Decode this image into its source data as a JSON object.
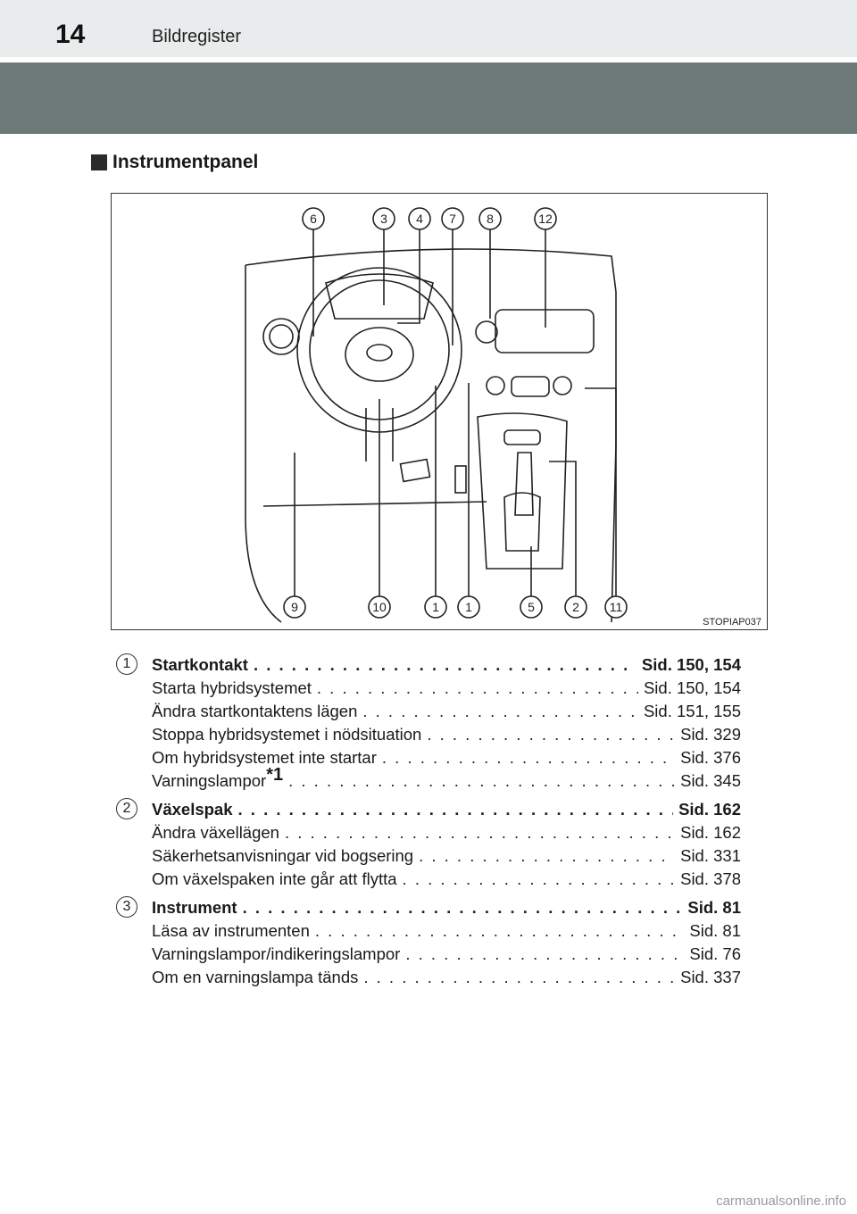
{
  "header": {
    "page_number": "14",
    "section_name": "Bildregister"
  },
  "section": {
    "title": "Instrumentpanel"
  },
  "figure": {
    "code": "STOPIAP037",
    "top_callouts": [
      "6",
      "3",
      "4",
      "7",
      "8",
      "12"
    ],
    "bottom_callouts": [
      "9",
      "10",
      "1",
      "1",
      "5",
      "2",
      "11"
    ]
  },
  "entries": [
    {
      "num": "1",
      "head": {
        "label": "Startkontakt",
        "ref": "Sid. 150, 154"
      },
      "items": [
        {
          "label": "Starta hybridsystemet",
          "ref": "Sid. 150, 154"
        },
        {
          "label": "Ändra startkontaktens lägen",
          "ref": "Sid. 151, 155"
        },
        {
          "label": "Stoppa hybridsystemet i nödsituation",
          "ref": "Sid. 329"
        },
        {
          "label": "Om hybridsystemet inte startar",
          "ref": "Sid. 376"
        },
        {
          "label": "Varningslampor",
          "sup": "*1",
          "ref": "Sid. 345"
        }
      ]
    },
    {
      "num": "2",
      "head": {
        "label": "Växelspak",
        "ref": "Sid. 162"
      },
      "items": [
        {
          "label": "Ändra växellägen",
          "ref": "Sid. 162"
        },
        {
          "label": "Säkerhetsanvisningar vid bogsering",
          "ref": "Sid. 331"
        },
        {
          "label": "Om växelspaken inte går att flytta",
          "ref": "Sid. 378"
        }
      ]
    },
    {
      "num": "3",
      "head": {
        "label": "Instrument",
        "ref": "Sid. 81"
      },
      "items": [
        {
          "label": "Läsa av instrumenten",
          "ref": "Sid. 81"
        },
        {
          "label": "Varningslampor/indikeringslampor",
          "ref": "Sid. 76"
        },
        {
          "label": "Om en varningslampa tänds",
          "ref": "Sid. 337"
        }
      ]
    }
  ],
  "watermark": "carmanualsonline.info"
}
